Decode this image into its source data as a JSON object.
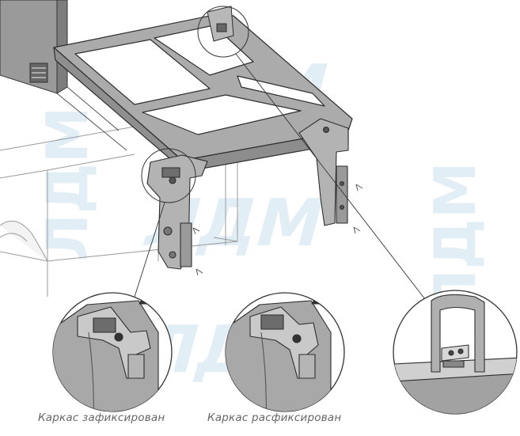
{
  "captions": {
    "fixed": "Каркас зафиксирован",
    "unfixed": "Каркас расфиксирован"
  },
  "watermark": {
    "text": "ЛДМ",
    "color": "#d6e6f2"
  },
  "colors": {
    "frame_fill": "#a9a9a9",
    "frame_stroke": "#2e2e2e",
    "cabinet_stroke": "#8c8c8c",
    "caption": "#666666"
  }
}
